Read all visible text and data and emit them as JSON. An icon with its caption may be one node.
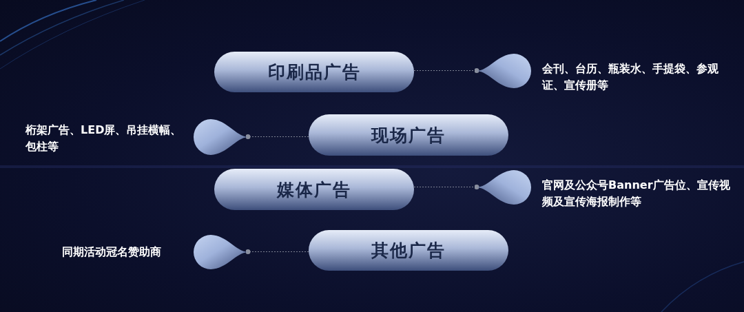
{
  "diagram": {
    "nodes": [
      {
        "text": [
          "印刷品广告"
        ]
      },
      {
        "text": [],
        "shape": "drop",
        "beside": [
          "会刊、台历、瓶装水、手提袋、参观证、宣传册等"
        ]
      },
      {
        "text": [],
        "shape": "drop",
        "beside": [
          "桁架广告、LED屏、吊挂横幅、包柱等"
        ]
      },
      {
        "text": [
          "现场广告"
        ]
      },
      {
        "text": [
          "媒体广告"
        ]
      },
      {
        "text": [],
        "shape": "drop",
        "beside": [
          "官网及公众号Banner广告位、宣传视频及宣传海报制作等"
        ]
      },
      {
        "text": [],
        "shape": "drop",
        "beside": [
          "同期活动冠名赞助商"
        ]
      },
      {
        "text": [
          "其他广告"
        ]
      }
    ],
    "edges": [
      {
        "from": 0,
        "to": 1,
        "arrow": "other",
        "style": "dashed"
      },
      {
        "from": 3,
        "to": 2,
        "arrow": "other",
        "style": "dashed"
      },
      {
        "from": 4,
        "to": 5,
        "arrow": "other",
        "style": "dashed"
      },
      {
        "from": 7,
        "to": 6,
        "arrow": "other",
        "style": "dashed"
      }
    ]
  }
}
